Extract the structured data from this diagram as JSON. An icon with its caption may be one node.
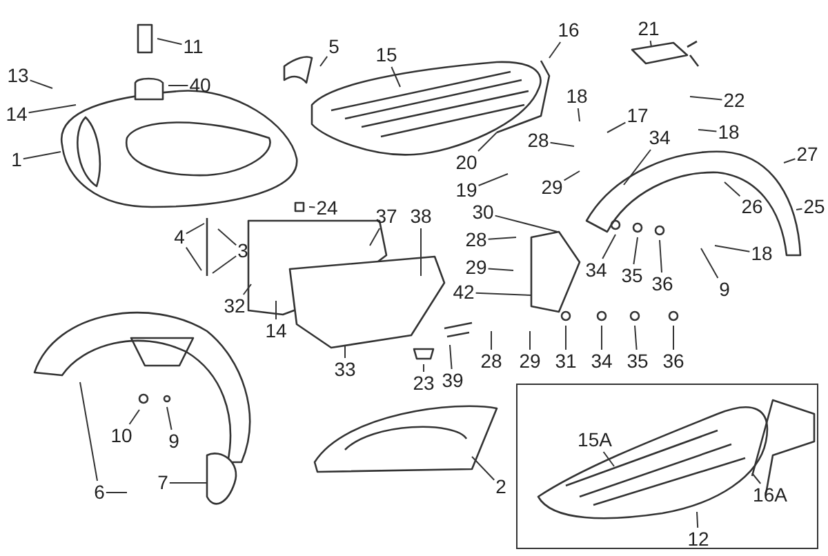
{
  "diagram": {
    "nodes": [
      {
        "text": [
          "13"
        ]
      },
      {
        "text": [
          "11"
        ]
      },
      {
        "text": [
          "5"
        ]
      },
      {
        "text": [
          "15"
        ]
      },
      {
        "text": [
          "16"
        ]
      },
      {
        "text": [
          "21"
        ]
      },
      {
        "text": [
          "40"
        ]
      },
      {
        "text": [
          "14"
        ]
      },
      {
        "text": [
          "22"
        ]
      },
      {
        "text": [
          "18"
        ]
      },
      {
        "text": [
          "17"
        ]
      },
      {
        "text": [
          "18"
        ]
      },
      {
        "text": [
          "1"
        ]
      },
      {
        "text": [
          "20"
        ]
      },
      {
        "text": [
          "28"
        ]
      },
      {
        "text": [
          "34"
        ]
      },
      {
        "text": [
          "19"
        ]
      },
      {
        "text": [
          "29"
        ]
      },
      {
        "text": [
          "27"
        ]
      },
      {
        "text": [
          "30"
        ]
      },
      {
        "text": [
          "28"
        ]
      },
      {
        "text": [
          "25"
        ]
      },
      {
        "text": [
          "24"
        ]
      },
      {
        "text": [
          "37"
        ]
      },
      {
        "text": [
          "38"
        ]
      },
      {
        "text": [
          "26"
        ]
      },
      {
        "text": [
          "29"
        ]
      },
      {
        "text": [
          "4"
        ]
      },
      {
        "text": [
          "18"
        ]
      },
      {
        "text": [
          "3"
        ]
      },
      {
        "text": [
          "42"
        ]
      },
      {
        "text": [
          "34"
        ]
      },
      {
        "text": [
          "35"
        ]
      },
      {
        "text": [
          "36"
        ]
      },
      {
        "text": [
          "9"
        ]
      },
      {
        "text": [
          "32"
        ]
      },
      {
        "text": [
          "14"
        ]
      },
      {
        "text": [
          "31"
        ]
      },
      {
        "text": [
          "34"
        ]
      },
      {
        "text": [
          "35"
        ]
      },
      {
        "text": [
          "36"
        ]
      },
      {
        "text": [
          "28"
        ]
      },
      {
        "text": [
          "29"
        ]
      },
      {
        "text": [
          "33"
        ]
      },
      {
        "text": [
          "23"
        ]
      },
      {
        "text": [
          "39"
        ]
      },
      {
        "text": [],
        "shape": "box"
      },
      {
        "text": [
          "15A"
        ],
        "in": 46
      },
      {
        "text": [
          "10"
        ]
      },
      {
        "text": [
          "9"
        ]
      },
      {
        "text": [
          "7"
        ]
      },
      {
        "text": [
          "6"
        ]
      },
      {
        "text": [
          "2"
        ]
      },
      {
        "text": [
          "16A"
        ],
        "in": 46
      },
      {
        "text": [
          "12"
        ],
        "in": 46
      }
    ],
    "edges": [
      {
        "from": 0,
        "to": null,
        "arrow": "none"
      },
      {
        "from": 1,
        "to": null,
        "arrow": "none"
      },
      {
        "from": 2,
        "to": null,
        "arrow": "none"
      },
      {
        "from": 3,
        "to": null,
        "arrow": "none"
      },
      {
        "from": 4,
        "to": null,
        "arrow": "none"
      },
      {
        "from": 5,
        "to": null,
        "arrow": "none"
      },
      {
        "from": 6,
        "to": null,
        "arrow": "none"
      },
      {
        "from": 7,
        "to": null,
        "arrow": "none"
      },
      {
        "from": 8,
        "to": null,
        "arrow": "none"
      },
      {
        "from": 9,
        "to": null,
        "arrow": "none"
      },
      {
        "from": 10,
        "to": null,
        "arrow": "none"
      },
      {
        "from": 11,
        "to": null,
        "arrow": "none"
      },
      {
        "from": 12,
        "to": null,
        "arrow": "none"
      },
      {
        "from": 13,
        "to": null,
        "arrow": "none"
      },
      {
        "from": 14,
        "to": null,
        "arrow": "none"
      },
      {
        "from": 15,
        "to": null,
        "arrow": "none"
      },
      {
        "from": 16,
        "to": null,
        "arrow": "none"
      },
      {
        "from": 17,
        "to": null,
        "arrow": "none"
      },
      {
        "from": 18,
        "to": null,
        "arrow": "none"
      },
      {
        "from": 19,
        "to": null,
        "arrow": "none"
      },
      {
        "from": 20,
        "to": null,
        "arrow": "none"
      },
      {
        "from": 21,
        "to": null,
        "arrow": "none"
      },
      {
        "from": 22,
        "to": null,
        "arrow": "none"
      },
      {
        "from": 23,
        "to": null,
        "arrow": "none"
      },
      {
        "from": 24,
        "to": null,
        "arrow": "none"
      },
      {
        "from": 25,
        "to": null,
        "arrow": "none"
      },
      {
        "from": 26,
        "to": null,
        "arrow": "none"
      },
      {
        "from": 27,
        "to": null,
        "arrow": "none"
      },
      {
        "from": 27,
        "to": null,
        "arrow": "none"
      },
      {
        "from": 28,
        "to": null,
        "arrow": "none"
      },
      {
        "from": 29,
        "to": null,
        "arrow": "none"
      },
      {
        "from": 29,
        "to": null,
        "arrow": "none"
      },
      {
        "from": 30,
        "to": null,
        "arrow": "none"
      },
      {
        "from": 31,
        "to": null,
        "arrow": "none"
      },
      {
        "from": 32,
        "to": null,
        "arrow": "none"
      },
      {
        "from": 33,
        "to": null,
        "arrow": "none"
      },
      {
        "from": 34,
        "to": null,
        "arrow": "none"
      },
      {
        "from": 35,
        "to": null,
        "arrow": "none"
      },
      {
        "from": 36,
        "to": null,
        "arrow": "none"
      },
      {
        "from": 37,
        "to": null,
        "arrow": "none"
      },
      {
        "from": 38,
        "to": null,
        "arrow": "none"
      },
      {
        "from": 39,
        "to": null,
        "arrow": "none"
      },
      {
        "from": 40,
        "to": null,
        "arrow": "none"
      },
      {
        "from": 41,
        "to": null,
        "arrow": "none"
      },
      {
        "from": 42,
        "to": null,
        "arrow": "none"
      },
      {
        "from": 43,
        "to": null,
        "arrow": "none"
      },
      {
        "from": 44,
        "to": null,
        "arrow": "none"
      },
      {
        "from": 45,
        "to": null,
        "arrow": "none"
      },
      {
        "from": 47,
        "to": null,
        "arrow": "none"
      },
      {
        "from": 48,
        "to": null,
        "arrow": "none"
      },
      {
        "from": 49,
        "to": null,
        "arrow": "none"
      },
      {
        "from": 50,
        "to": null,
        "arrow": "none"
      },
      {
        "from": 51,
        "to": null,
        "arrow": "none"
      },
      {
        "from": 51,
        "to": null,
        "arrow": "none"
      },
      {
        "from": 52,
        "to": null,
        "arrow": "none"
      },
      {
        "from": 53,
        "to": null,
        "arrow": "none"
      },
      {
        "from": 54,
        "to": null,
        "arrow": "none"
      }
    ]
  }
}
